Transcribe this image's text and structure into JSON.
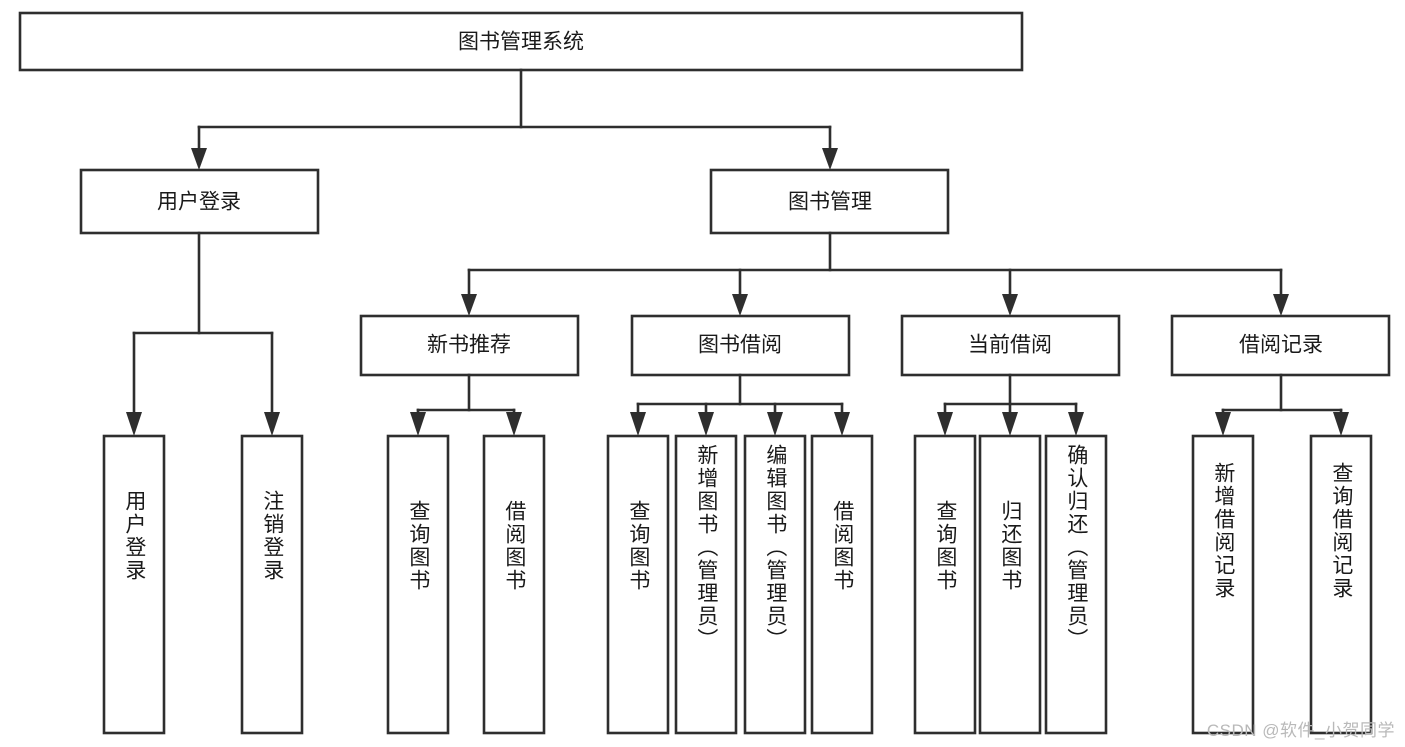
{
  "diagram": {
    "type": "tree",
    "title": "图书管理系统",
    "root": {
      "label": "图书管理系统"
    },
    "level1": [
      {
        "label": "用户登录"
      },
      {
        "label": "图书管理"
      }
    ],
    "level2": [
      {
        "label": "新书推荐"
      },
      {
        "label": "图书借阅"
      },
      {
        "label": "当前借阅"
      },
      {
        "label": "借阅记录"
      }
    ],
    "leaves": {
      "user_login": [
        {
          "label": "用户登录"
        },
        {
          "label": "注销登录"
        }
      ],
      "new_book_recommend": [
        {
          "label": "查询图书"
        },
        {
          "label": "借阅图书"
        }
      ],
      "book_borrow": [
        {
          "label": "查询图书"
        },
        {
          "label": "新增图书（管理员）"
        },
        {
          "label": "编辑图书（管理员）"
        },
        {
          "label": "借阅图书"
        }
      ],
      "current_borrow": [
        {
          "label": "查询图书"
        },
        {
          "label": "归还图书"
        },
        {
          "label": "确认归还（管理员）"
        }
      ],
      "borrow_record": [
        {
          "label": "新增借阅记录"
        },
        {
          "label": "查询借阅记录"
        }
      ]
    }
  },
  "watermark": {
    "text": "CSDN @软件_小贺同学"
  },
  "colors": {
    "stroke": "#2e2e2e",
    "background": "#ffffff",
    "text": "#1a1a1a",
    "watermark": "#b9b9b9"
  }
}
